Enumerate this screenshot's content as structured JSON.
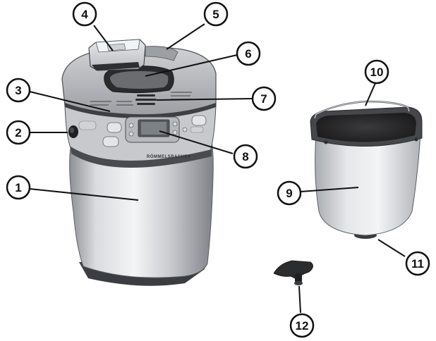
{
  "brand": "RÖMMELSBACHER",
  "callouts": [
    {
      "id": 1,
      "label": "1"
    },
    {
      "id": 2,
      "label": "2"
    },
    {
      "id": 3,
      "label": "3"
    },
    {
      "id": 4,
      "label": "4"
    },
    {
      "id": 5,
      "label": "5"
    },
    {
      "id": 6,
      "label": "6"
    },
    {
      "id": 7,
      "label": "7"
    },
    {
      "id": 8,
      "label": "8"
    },
    {
      "id": 9,
      "label": "9"
    },
    {
      "id": 10,
      "label": "10"
    },
    {
      "id": 11,
      "label": "11"
    },
    {
      "id": 12,
      "label": "12"
    }
  ]
}
